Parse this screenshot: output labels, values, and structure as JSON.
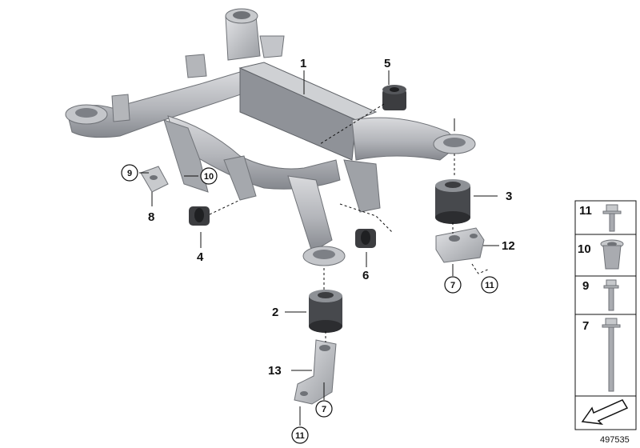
{
  "diagram": {
    "callouts": {
      "c1": "1",
      "c2": "2",
      "c3": "3",
      "c4": "4",
      "c5": "5",
      "c6": "6",
      "c8": "8",
      "c12": "12",
      "c13": "13",
      "c9": "9",
      "c10": "10",
      "c7a": "7",
      "c11a": "11",
      "c7b": "7",
      "c11b": "11"
    },
    "side_panel": [
      {
        "label": "11",
        "icon": "flange-bolt-icon"
      },
      {
        "label": "10",
        "icon": "bushing-nut-icon"
      },
      {
        "label": "9",
        "icon": "short-bolt-icon"
      },
      {
        "label": "7",
        "icon": "long-bolt-icon"
      }
    ],
    "reference_number": "497535",
    "colors": {
      "part_fill": "#b9bbc0",
      "part_dark": "#8d9096",
      "part_light": "#dcdde0",
      "rubber": "#3c3d40"
    }
  }
}
